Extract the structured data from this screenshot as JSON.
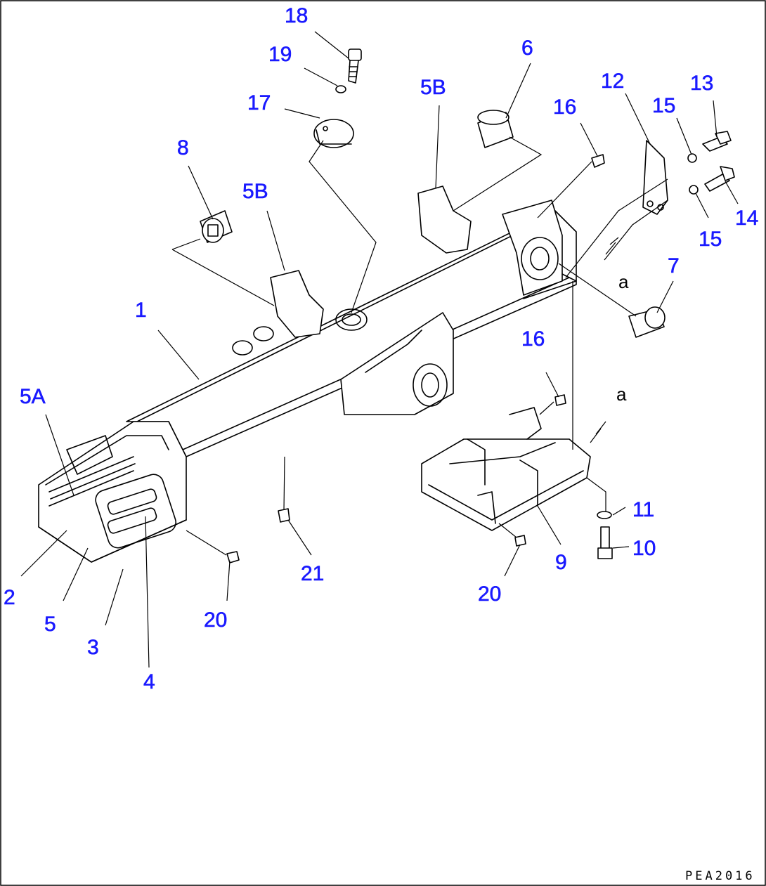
{
  "drawing_code": "PEA2016",
  "view_marker": "a",
  "callouts": {
    "c18": "18",
    "c19": "19",
    "c17": "17",
    "c5b_top": "5B",
    "c6": "6",
    "c16_top": "16",
    "c12": "12",
    "c15_top": "15",
    "c13": "13",
    "c14": "14",
    "c15_bottom": "15",
    "c7": "7",
    "c8": "8",
    "c5b_mid": "5B",
    "c1": "1",
    "c5a": "5A",
    "c2": "2",
    "c5": "5",
    "c3": "3",
    "c4": "4",
    "c20_left": "20",
    "c21": "21",
    "c16_bottom": "16",
    "c11": "11",
    "c10": "10",
    "c9": "9",
    "c20_right": "20"
  },
  "colors": {
    "callout": "#1a1aff",
    "linework": "#000000",
    "background": "#ffffff"
  }
}
